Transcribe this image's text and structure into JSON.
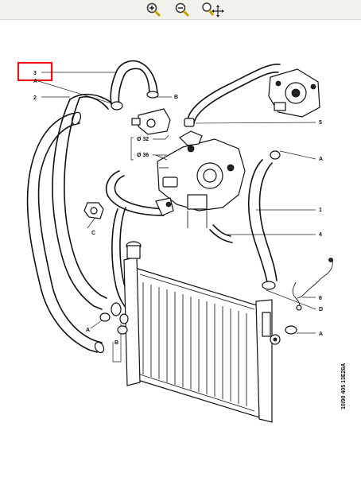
{
  "toolbar": {
    "zoom_in_icon": "magnifier-plus-icon",
    "zoom_out_icon": "magnifier-minus-icon",
    "pan_icon": "magnifier-move-icon"
  },
  "highlight_color": "#e8101a",
  "callouts": {
    "c3": "3",
    "cA_top": "A",
    "c2": "2",
    "cB_top": "B",
    "c5": "5",
    "d32": "Ø 32",
    "d36": "Ø 36",
    "cA_right": "A",
    "c1": "1",
    "cC": "C",
    "c4": "4",
    "c6": "6",
    "cD": "D",
    "cA_bottom_right": "A",
    "cA_bottom_left": "A",
    "cB_bottom": "B"
  },
  "diagram_ref": "10/90  405  13E26A"
}
